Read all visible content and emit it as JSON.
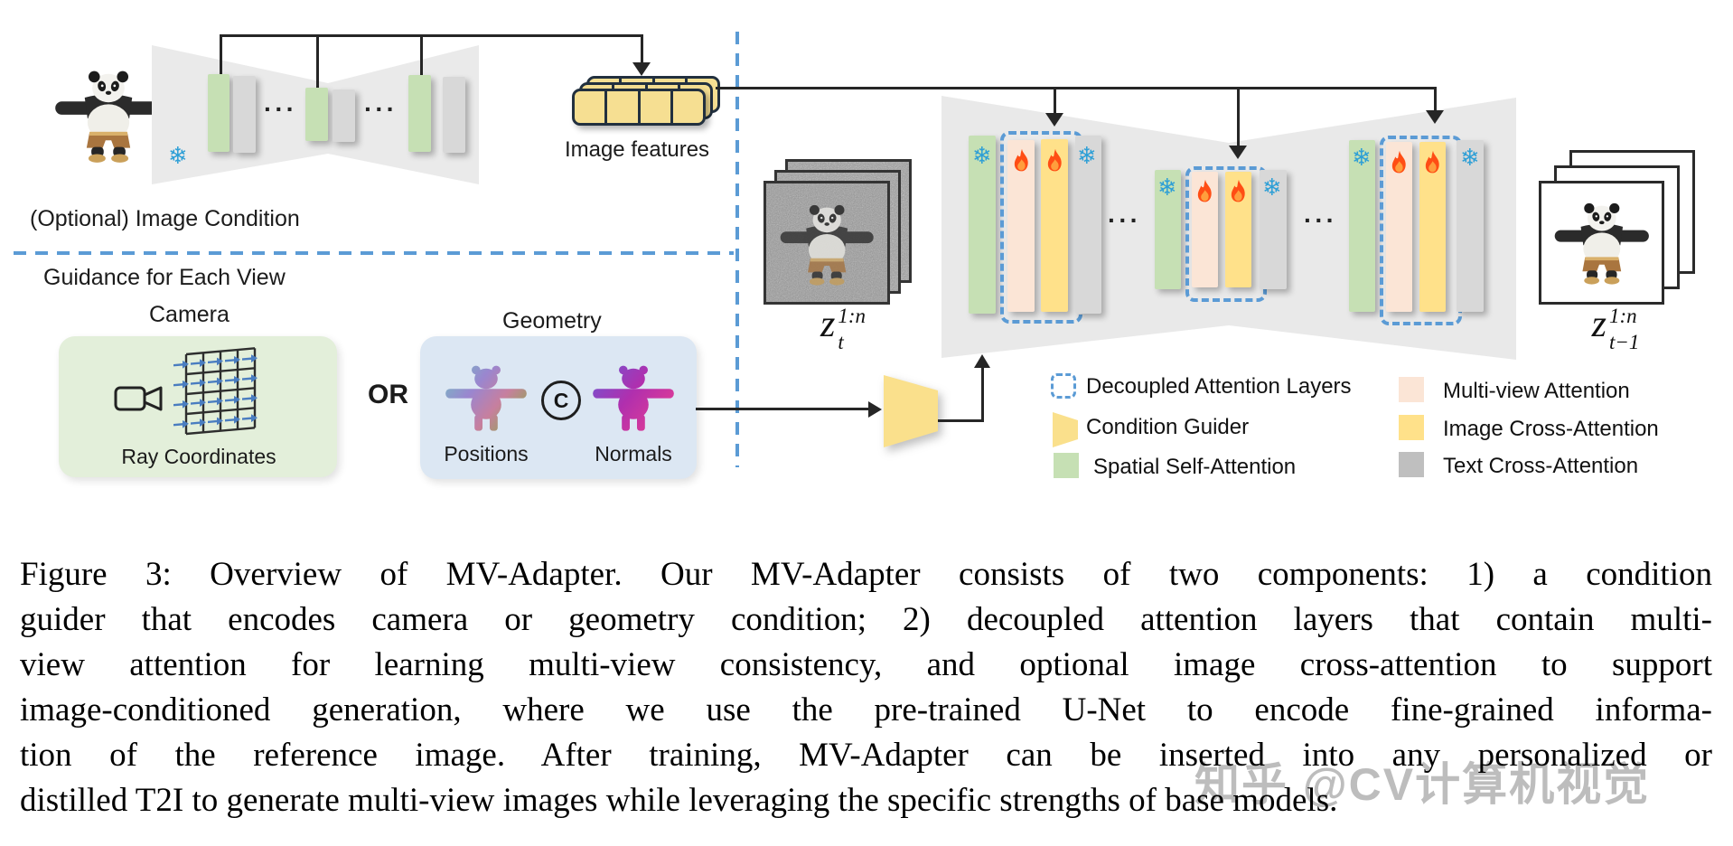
{
  "figure": {
    "left": {
      "optional_image_condition": "(Optional) Image Condition",
      "image_features": "Image features",
      "guidance_title": "Guidance for Each View",
      "camera_title": "Camera",
      "ray_coordinates": "Ray Coordinates",
      "or": "OR",
      "geometry_title": "Geometry",
      "positions": "Positions",
      "normals": "Normals",
      "concat": "C"
    },
    "latent_in": {
      "base": "z",
      "sup": "1:n",
      "sub": "t"
    },
    "latent_out": {
      "base": "z",
      "sup": "1:n",
      "sub": "t−1"
    },
    "dots": "···",
    "snowflake": "❄",
    "legend": [
      {
        "icon": "decoupled-dashed-box",
        "label": "Decoupled Attention Layers"
      },
      {
        "icon": "condition-guider-trapezoid",
        "label": "Condition Guider"
      },
      {
        "icon": "spatial-self-attention-swatch",
        "label": "Spatial Self-Attention"
      },
      {
        "icon": "multi-view-attention-swatch",
        "label": "Multi-view Attention"
      },
      {
        "icon": "image-cross-attention-swatch",
        "label": "Image Cross-Attention"
      },
      {
        "icon": "text-cross-attention-swatch",
        "label": "Text Cross-Attention"
      }
    ],
    "colors": {
      "spatial_self_attention": "#C6E0B4",
      "multi_view_attention": "#FBE5D6",
      "image_cross_attention": "#FFE18A",
      "text_cross_attention": "#C9C9C9",
      "condition_guider": "#FAE08C",
      "decoupled_dash_blue": "#5B9BD5",
      "frozen_snowflake_blue": "#2E9FD6",
      "trainable_fire_orange": "#FF4D14",
      "unet_background": "#E9E9E9"
    }
  },
  "caption": {
    "lines": [
      "Figure 3: Overview of MV-Adapter.  Our MV-Adapter consists of two components:  1) a condition",
      "guider that encodes camera or geometry condition; 2) decoupled attention layers that contain multi-",
      "view attention for learning multi-view consistency, and optional image cross-attention to support",
      "image-conditioned generation, where we use the pre-trained U-Net to encode fine-grained informa-",
      "tion of the reference image.  After training, MV-Adapter can be inserted into any personalized or",
      "distilled T2I to generate multi-view images while leveraging the specific strengths of base models."
    ]
  },
  "watermark": "知乎 @CV计算机视觉"
}
